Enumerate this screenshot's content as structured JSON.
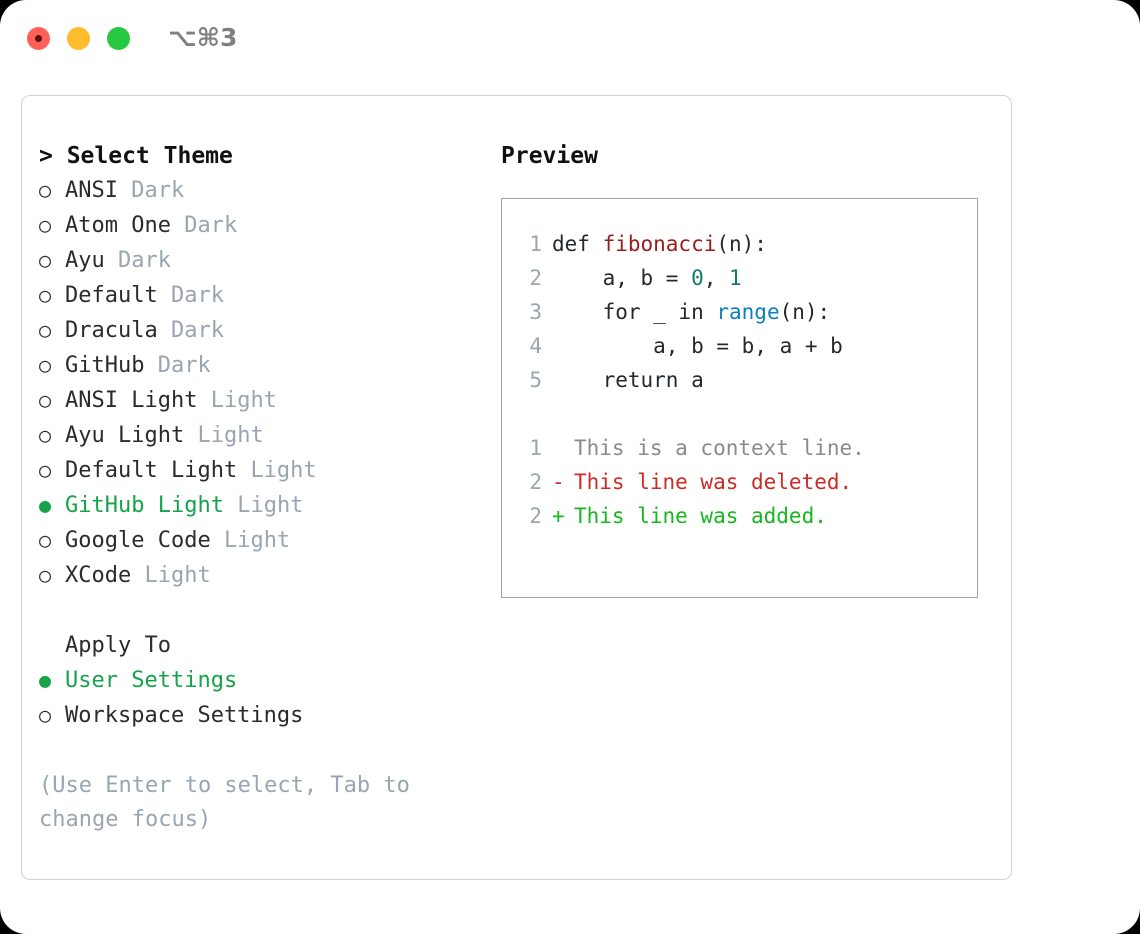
{
  "titlebar": {
    "shortcut": "⌥⌘3",
    "traffic_lights": [
      "close-red",
      "minimize-yellow",
      "maximize-green"
    ]
  },
  "left": {
    "header": "> Select Theme",
    "themes": [
      {
        "bullet": "○",
        "name": "ANSI",
        "badge": "Dark",
        "selected": false
      },
      {
        "bullet": "○",
        "name": "Atom One",
        "badge": "Dark",
        "selected": false
      },
      {
        "bullet": "○",
        "name": "Ayu",
        "badge": "Dark",
        "selected": false
      },
      {
        "bullet": "○",
        "name": "Default",
        "badge": "Dark",
        "selected": false
      },
      {
        "bullet": "○",
        "name": "Dracula",
        "badge": "Dark",
        "selected": false
      },
      {
        "bullet": "○",
        "name": "GitHub",
        "badge": "Dark",
        "selected": false
      },
      {
        "bullet": "○",
        "name": "ANSI Light",
        "badge": "Light",
        "selected": false
      },
      {
        "bullet": "○",
        "name": "Ayu Light",
        "badge": "Light",
        "selected": false
      },
      {
        "bullet": "○",
        "name": "Default Light",
        "badge": "Light",
        "selected": false
      },
      {
        "bullet": "●",
        "name": "GitHub Light",
        "badge": "Light",
        "selected": true
      },
      {
        "bullet": "○",
        "name": "Google Code",
        "badge": "Light",
        "selected": false
      },
      {
        "bullet": "○",
        "name": "XCode",
        "badge": "Light",
        "selected": false
      }
    ],
    "apply_to": {
      "header": "Apply To",
      "options": [
        {
          "bullet": "●",
          "name": "User Settings",
          "selected": true
        },
        {
          "bullet": "○",
          "name": "Workspace Settings",
          "selected": false
        }
      ]
    },
    "hint": "(Use Enter to select, Tab to change focus)"
  },
  "right": {
    "title": "Preview",
    "code": [
      {
        "ln": "1",
        "tokens": [
          {
            "t": "def ",
            "c": "kw"
          },
          {
            "t": "fibonacci",
            "c": "fn"
          },
          {
            "t": "(n):",
            "c": "kw"
          }
        ]
      },
      {
        "ln": "2",
        "tokens": [
          {
            "t": "    a, b = ",
            "c": "kw"
          },
          {
            "t": "0",
            "c": "num"
          },
          {
            "t": ", ",
            "c": "kw"
          },
          {
            "t": "1",
            "c": "num"
          }
        ]
      },
      {
        "ln": "3",
        "tokens": [
          {
            "t": "    for _ in ",
            "c": "kw"
          },
          {
            "t": "range",
            "c": "bi"
          },
          {
            "t": "(n):",
            "c": "kw"
          }
        ]
      },
      {
        "ln": "4",
        "tokens": [
          {
            "t": "        a, b = b, a + b",
            "c": "kw"
          }
        ]
      },
      {
        "ln": "5",
        "tokens": [
          {
            "t": "    return a",
            "c": "kw"
          }
        ]
      }
    ],
    "diff": [
      {
        "ln": "1",
        "sign": " ",
        "text": "This is a context line.",
        "kind": "diff-ctx"
      },
      {
        "ln": "2",
        "sign": "-",
        "text": "This line was deleted.",
        "kind": "diff-del"
      },
      {
        "ln": "2",
        "sign": "+",
        "text": "This line was added.",
        "kind": "diff-add"
      }
    ]
  },
  "colors": {
    "accent_green": "#16a34a",
    "muted": "#9aa5b1",
    "border": "#ccd3da",
    "preview_border": "#9aa5b1",
    "diff_added": "#16b81e",
    "diff_deleted": "#cc2b26",
    "syntax_function": "#9c1c1c",
    "syntax_number": "#137a72",
    "syntax_builtin": "#0b7fbf"
  }
}
